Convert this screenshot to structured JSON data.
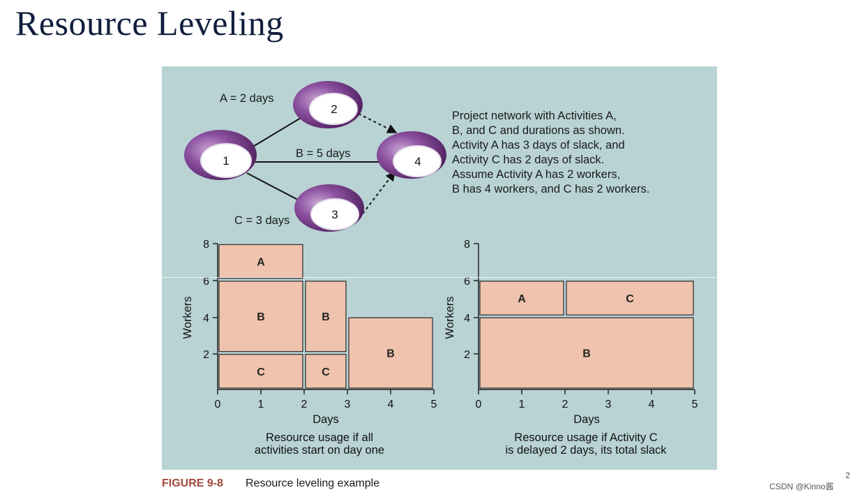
{
  "title": "Resource Leveling",
  "network": {
    "nodes": [
      "1",
      "2",
      "3",
      "4"
    ],
    "edge_labels": {
      "a": "A = 2 days",
      "b": "B = 5 days",
      "c": "C = 3 days"
    }
  },
  "description": [
    "Project network with Activities A,",
    "B, and C and durations as shown.",
    "Activity A has 3 days of slack, and",
    "Activity C has 2 days of slack.",
    "Assume Activity A has  2 workers,",
    "B has 4 workers, and C has 2 workers."
  ],
  "charts": {
    "left": {
      "y_ticks": [
        "2",
        "4",
        "6",
        "8"
      ],
      "x_ticks": [
        "0",
        "1",
        "2",
        "3",
        "4",
        "5"
      ],
      "xlabel": "Days",
      "ylabel": "Workers",
      "caption": [
        "Resource usage if all",
        "activities start on day one"
      ]
    },
    "right": {
      "y_ticks": [
        "2",
        "4",
        "6",
        "8"
      ],
      "x_ticks": [
        "0",
        "1",
        "2",
        "3",
        "4",
        "5"
      ],
      "xlabel": "Days",
      "ylabel": "Workers",
      "caption": [
        "Resource usage if Activity C",
        "is delayed 2 days, its total slack"
      ]
    }
  },
  "chart_data": [
    {
      "type": "bar",
      "subtype": "stacked-block",
      "x_unit": "days",
      "y_unit": "workers",
      "xlim": [
        0,
        5
      ],
      "ylim": [
        0,
        8
      ],
      "blocks": [
        {
          "activity": "C",
          "x0": 0,
          "x1": 2,
          "y0": 0,
          "y1": 2
        },
        {
          "activity": "B",
          "x0": 0,
          "x1": 2,
          "y0": 2,
          "y1": 6
        },
        {
          "activity": "A",
          "x0": 0,
          "x1": 2,
          "y0": 6,
          "y1": 8
        },
        {
          "activity": "C",
          "x0": 2,
          "x1": 3,
          "y0": 0,
          "y1": 2
        },
        {
          "activity": "B",
          "x0": 2,
          "x1": 3,
          "y0": 2,
          "y1": 6
        },
        {
          "activity": "B",
          "x0": 3,
          "x1": 5,
          "y0": 0,
          "y1": 4
        }
      ]
    },
    {
      "type": "bar",
      "subtype": "stacked-block",
      "x_unit": "days",
      "y_unit": "workers",
      "xlim": [
        0,
        5
      ],
      "ylim": [
        0,
        8
      ],
      "blocks": [
        {
          "activity": "B",
          "x0": 0,
          "x1": 5,
          "y0": 0,
          "y1": 4
        },
        {
          "activity": "A",
          "x0": 0,
          "x1": 2,
          "y0": 4,
          "y1": 6
        },
        {
          "activity": "C",
          "x0": 2,
          "x1": 5,
          "y0": 4,
          "y1": 6
        }
      ]
    }
  ],
  "colors": {
    "panel": "#b9d3d5",
    "block_fill": "#efc3ad",
    "node_ring": "#7a3f8c",
    "figure_label": "#a2473b"
  },
  "figure": {
    "label": "FIGURE 9-8",
    "text": "Resource leveling example"
  },
  "watermark": "CSDN @Kinno酱",
  "page_number": "2"
}
